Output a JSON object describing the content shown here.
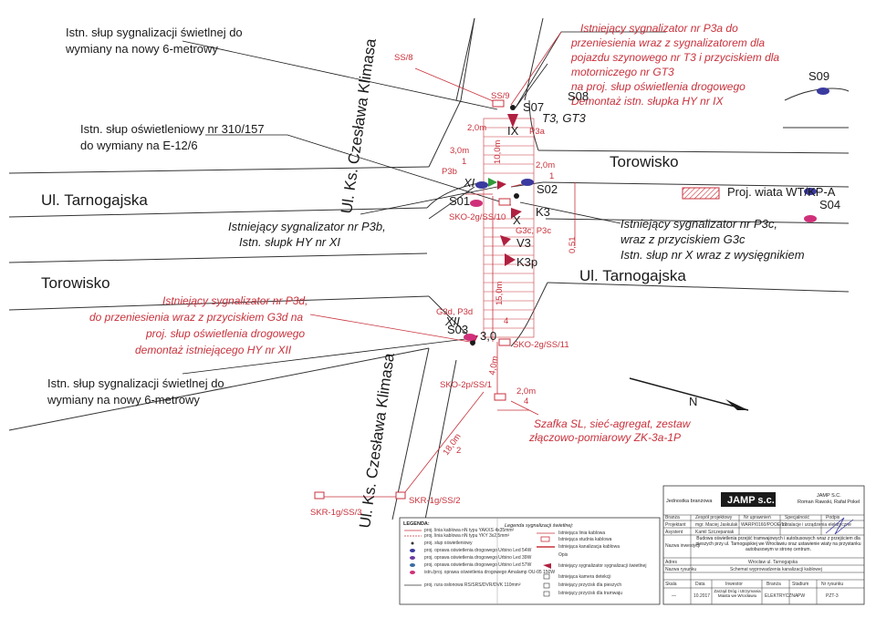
{
  "labels": {
    "callout_top_left": [
      "Istn. słup sygnalizacji świetlnej do",
      "wymiany na nowy 6-metrowy"
    ],
    "callout_mid_left": [
      "Istn. słup oświetleniowy nr 310/157",
      "do wymiany na E-12/6"
    ],
    "callout_bottom_left": [
      "Istn. słup sygnalizacji świetlnej do",
      "wymiany na nowy 6-metrowy"
    ],
    "red_top_right": [
      "Istniejący sygnalizator nr P3a do",
      "przeniesienia wraz z sygnalizatorem dla",
      "pojazdu szynowego nr T3 i przyciskiem dla",
      "motorniczego nr GT3",
      "na proj. słup oświetlenia drogowego",
      "Demontaż istn. słupka HY nr IX"
    ],
    "red_mid_left": [
      "Istniejący sygnalizator nr P3d,",
      "do przeniesienia  wraz z przyciskiem G3d na",
      "proj. słup oświetlenia drogowego",
      "demontaż istniejącego HY nr XII"
    ],
    "black_p3b": [
      "Istniejący sygnalizator nr P3b,",
      "Istn. słupk HY nr  XI"
    ],
    "black_p3c": [
      "Istniejący sygnalizator nr P3c,",
      "wraz z przyciskiem G3c",
      "Istn. słup nr X wraz z wysięgnikiem"
    ],
    "shelter": "Proj. wiata WT/KP-A",
    "cabinet": [
      "Szafka SL, sieć-agregat, zestaw",
      "złączowo-pomiarowy ZK-3a-1P"
    ]
  },
  "streets": {
    "klimasa_top": "Ul. Ks. Czesława Klimasa",
    "klimasa_bottom": "Ul. Ks. Czesława Klimasa",
    "tarnogajska_left": "Ul. Tarnogajska",
    "tarnogajska_right": "Ul. Tarnogajska",
    "torowisko_left": "Torowisko",
    "torowisko_right": "Torowisko"
  },
  "codes": {
    "ss8": "SS/8",
    "ss9": "SS/9",
    "s07": "S07",
    "s08": "S08",
    "s09": "S09",
    "t3gt3": "T3, GT3",
    "p3a": "P3a",
    "ix": "IX",
    "p3b": "P3b",
    "xi": "XI",
    "s01": "S01",
    "s02": "S02",
    "sko10": "SKO-2g/SS/10",
    "x": "X",
    "k3": "K3",
    "g3c": "G3c, P3c",
    "v3": "V3",
    "k3p": "K3p",
    "s04": "S04",
    "g3d": "G3d, P3d",
    "xii": "XII",
    "s03": "S03",
    "sko11": "SKO-2g/SS/11",
    "sko1": "SKO-2p/SS/1",
    "skr2": "SKR-1g/SS/2",
    "skr3": "SKR-1g/SS/3",
    "north": "N"
  },
  "dims": {
    "d20a": "2,0m",
    "d30": "3,0m",
    "d1a": "1",
    "d100": "10,0m",
    "d20b": "2,0m",
    "d1b": "1",
    "d051": "0,51",
    "d150": "15,0m",
    "d4a": "4",
    "d30b": "3,0",
    "d40": "4,0m",
    "d20c": "2,0m",
    "d4b": "4",
    "d180": "18,0m",
    "d2": "2"
  },
  "legend": {
    "title_left": "LEGENDA:",
    "title_right": "Legenda sygnalizacji świetlnej:",
    "left_items": [
      "proj. linia kablowa nN typu YAKXS 4x35mm²",
      "proj. linia kablowa nN typu YKY 3x2,5mm²",
      "proj. słup oświetleniowy",
      "proj. oprawa oświetlenia drogowego Urbino Led 54W",
      "proj. oprawa oświetlenia drogowego Urbino Led 39W",
      "proj. oprawa oświetlenia drogowego Urbino Led 57W",
      "istn./proj. oprawa oświetlenia drogowego Amalamp OU-05 150W",
      "proj. rura osłonowa RS/SRS/DVR/DVK 110mm²"
    ],
    "right_items": [
      "Istniejąca linia kablowa",
      "Istniejąca studnia kablowa",
      "Istniejąca kanalizacja kablowa",
      "Opis",
      "Istniejący sygnalizator sygnalizacji świetlnej",
      "Istniejąca kamera detekcji",
      "Istniejący przycisk dla pieszych",
      "Istniejący przycisk dla tramwaju"
    ]
  },
  "title_block": {
    "header": "Jednostka branżowa",
    "company": [
      "JAMP S.C.",
      "Roman Rawski, Rafał Pokel"
    ],
    "logo_text": "JAMP s.c.",
    "row1": [
      "Branża",
      "Zespół projektowy",
      "Nr uprawnień",
      "Specjalność",
      "Podpis"
    ],
    "row2": [
      "Projektant",
      "mgr. Maciej Jaskulak",
      "WARP/0160/POOE/12",
      "instalacje i urządzenia elektryczne"
    ],
    "row3": [
      "Asystent",
      "Kamil Szczepaniak"
    ],
    "investment_label": "Nazwa inwestycji",
    "investment": "Budowa oświetlenia przejść tramwajowych i autobusowych wraz z przejściem dla pieszych przy ul. Tarnogajskiej we Wrocławiu oraz ustawienie wiaty na przystanku autobusowym w stronę centrum.",
    "address_label": "Adres",
    "address": "Wrocław ul. Tarnogajska",
    "drawing_label": "Nazwa rysunku",
    "drawing": "Schemat wyprowadzenia kanalizacji kablowej",
    "cols": [
      "Skala",
      "Data",
      "Inwestor",
      "Branża",
      "Stadium",
      "Nr rysunku"
    ],
    "vals": [
      "—",
      "10.2017",
      "Zarząd Dróg i Utrzymania Miasta we Wrocławiu",
      "ELEKTRYCZNA",
      "PW",
      "PZT-3"
    ]
  },
  "colors": {
    "red": "#c8323c",
    "black": "#1a1a1a",
    "blue": "#3a3aa0",
    "magenta": "#d0307a",
    "green": "#2f9a3a"
  }
}
